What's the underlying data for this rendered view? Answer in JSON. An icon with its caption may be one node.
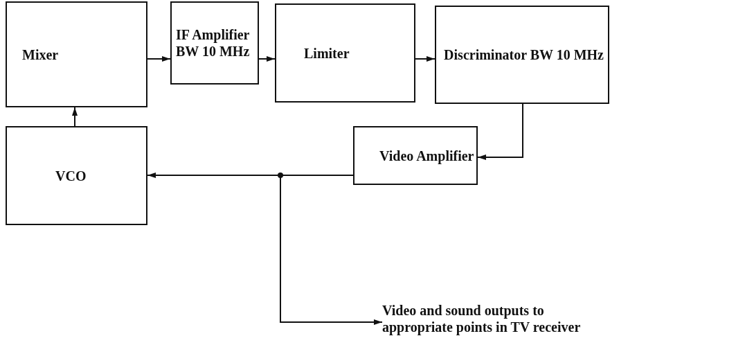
{
  "diagram": {
    "nodes": [
      {
        "text": [
          "Mixer"
        ]
      },
      {
        "text": [
          "IF Amplifier BW 10 MHz"
        ]
      },
      {
        "text": [
          "Limiter"
        ]
      },
      {
        "text": [
          "Discriminator BW 10 MHz"
        ]
      },
      {
        "text": [
          "VCO"
        ]
      },
      {
        "text": [
          "Video Amplifier"
        ]
      },
      {
        "text": [
          "Video and sound outputs to appropriate points in TV receiver"
        ]
      }
    ],
    "edges": [
      {
        "from": 0,
        "to": 1,
        "arrow": "to"
      },
      {
        "from": 1,
        "to": 2,
        "arrow": "to"
      },
      {
        "from": 2,
        "to": 3,
        "arrow": "to"
      },
      {
        "from": 3,
        "to": 5,
        "arrow": "to"
      },
      {
        "from": 5,
        "to": 4,
        "arrow": "to"
      },
      {
        "from": 4,
        "to": 0,
        "arrow": "to"
      },
      {
        "from": 5,
        "to": 6,
        "arrow": "to"
      }
    ]
  }
}
